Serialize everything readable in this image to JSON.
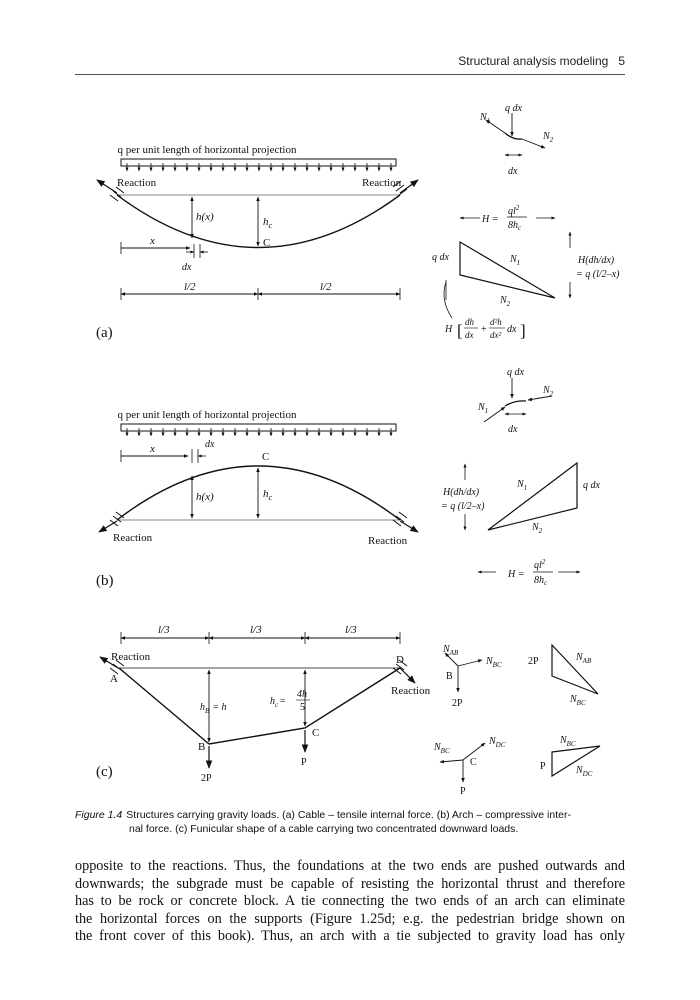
{
  "header": {
    "running_title": "Structural analysis modeling",
    "page_number": "5"
  },
  "figure": {
    "panel_a": {
      "panel_label": "(a)",
      "load_label": "q per unit length of horizontal projection",
      "reaction_left": "Reaction",
      "reaction_right": "Reaction",
      "hx": "h(x)",
      "hc": "h",
      "hc_sub": "c",
      "point_c": "C",
      "x": "x",
      "dx": "dx",
      "half_left": "l/2",
      "half_right": "l/2",
      "elem_qdx": "q dx",
      "elem_n1": "N",
      "elem_n1_sub": "1",
      "elem_n2": "N",
      "elem_n2_sub": "2",
      "elem_dx": "dx",
      "tri_H_left": "H =",
      "tri_H_num": "ql",
      "tri_H_sup": "2",
      "tri_H_den": "8h",
      "tri_H_den_sub": "c",
      "tri_qdx": "q dx",
      "tri_n1": "N",
      "tri_n1_sub": "1",
      "tri_n2": "N",
      "tri_n2_sub": "2",
      "tri_H_dh1": "H(dh/dx)",
      "tri_H_dh2": "= q (l/2–x)",
      "tri_bottom_H": "H",
      "tri_bottom_dh": "dh",
      "tri_bottom_dx": "dx",
      "tri_bottom_plus": "+",
      "tri_bottom_d2h": "d²h",
      "tri_bottom_dx2": "dx²",
      "tri_bottom_tail": "dx"
    },
    "panel_b": {
      "panel_label": "(b)",
      "load_label": "q per unit length of horizontal projection",
      "x": "x",
      "dx": "dx",
      "point_c": "C",
      "hx": "h(x)",
      "hc": "h",
      "hc_sub": "c",
      "reaction_left": "Reaction",
      "reaction_right": "Reaction",
      "elem_qdx": "q dx",
      "elem_n1": "N",
      "elem_n1_sub": "1",
      "elem_n2": "N",
      "elem_n2_sub": "2",
      "elem_dx": "dx",
      "tri_H_dh1": "H(dh/dx)",
      "tri_H_dh2": "= q (l/2–x)",
      "tri_n1": "N",
      "tri_n1_sub": "1",
      "tri_n2": "N",
      "tri_n2_sub": "2",
      "tri_qdx": "q dx",
      "H_left": "H =",
      "H_num": "ql",
      "H_sup": "2",
      "H_den": "8h",
      "H_den_sub": "c"
    },
    "panel_c": {
      "panel_label": "(c)",
      "third_1": "l/3",
      "third_2": "l/3",
      "third_3": "l/3",
      "reaction_left": "Reaction",
      "reaction_right": "Reaction",
      "point_a": "A",
      "point_b": "B",
      "point_c": "C",
      "point_d": "D",
      "hb": "h",
      "hb_sub": "B",
      "hb_tail": "= h",
      "hc": "h",
      "hc_sub": "c",
      "hc_eq": "=",
      "hc_num": "4h",
      "hc_den": "5",
      "load_2p": "2P",
      "load_p": "P",
      "jb_nab": "N",
      "jb_nab_sub": "AB",
      "jb_nbc": "N",
      "jb_nbc_sub": "BC",
      "jb_b": "B",
      "jb_2p": "2P",
      "tb_2p": "2P",
      "tb_nab": "N",
      "tb_nab_sub": "AB",
      "tb_nbc": "N",
      "tb_nbc_sub": "BC",
      "jc_nbc": "N",
      "jc_nbc_sub": "BC",
      "jc_ndc": "N",
      "jc_ndc_sub": "DC",
      "jc_c": "C",
      "jc_p": "P",
      "tc_nbc": "N",
      "tc_nbc_sub": "BC",
      "tc_p": "P",
      "tc_ndc": "N",
      "tc_ndc_sub": "DC"
    }
  },
  "caption": {
    "label": "Figure 1.4",
    "line1": "Structures carrying gravity loads. (a) Cable – tensile internal force. (b) Arch – compressive inter-",
    "line2": "nal force. (c) Funicular shape of a cable carrying two concentrated downward loads."
  },
  "body": {
    "lines": [
      "opposite to the reactions. Thus, the foundations at the two ends are pushed outwards and",
      "downwards; the subgrade must be capable of resisting the horizontal thrust and therefore",
      "has to be rock or concrete block. A tie connecting the two ends of an arch can eliminate",
      "the horizontal forces on the supports (Figure 1.25d; e.g. the pedestrian bridge shown on",
      "the front cover of this book). Thus, an arch with a tie subjected to gravity load has only"
    ]
  }
}
